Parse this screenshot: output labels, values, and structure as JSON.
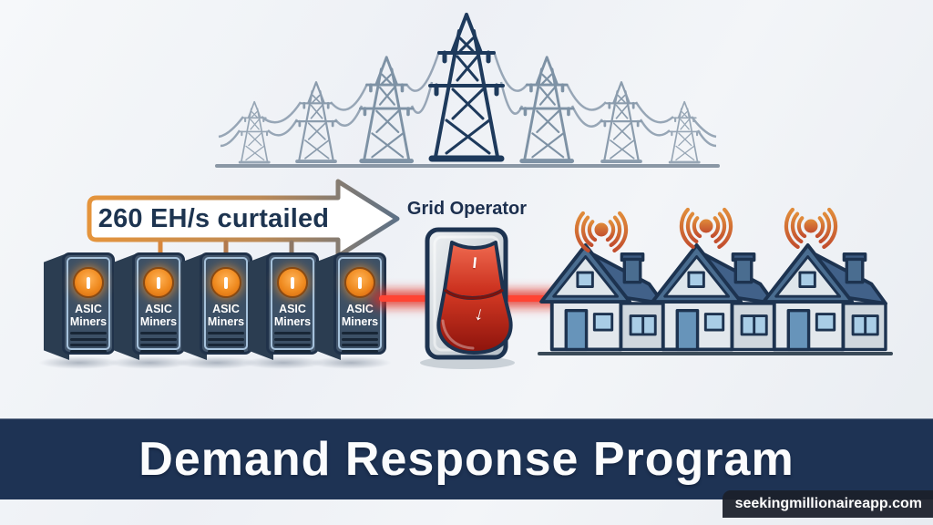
{
  "power_grid": {
    "tower_count": 7
  },
  "curtailment_arrow": {
    "label": "260 EH/s curtailed"
  },
  "grid_operator": {
    "label": "Grid Operator",
    "switch_top_marking": "I",
    "switch_bottom_marking": "↓"
  },
  "miners": {
    "count": 5,
    "items": [
      {
        "label": "ASIC Miners"
      },
      {
        "label": "ASIC Miners"
      },
      {
        "label": "ASIC Miners"
      },
      {
        "label": "ASIC Miners"
      },
      {
        "label": "ASIC Miners"
      }
    ]
  },
  "homes": {
    "count": 3
  },
  "title_banner": {
    "label": "Demand Response Program"
  },
  "watermark": {
    "label": "seekingmillionaireapp.com"
  },
  "colors": {
    "accent_orange": "#e5943c",
    "signal_orange": "#d2691e",
    "alert_red": "#e02f20",
    "navy": "#1e3354",
    "steel_blue": "#4a6d90",
    "background": "#eef1f5"
  }
}
